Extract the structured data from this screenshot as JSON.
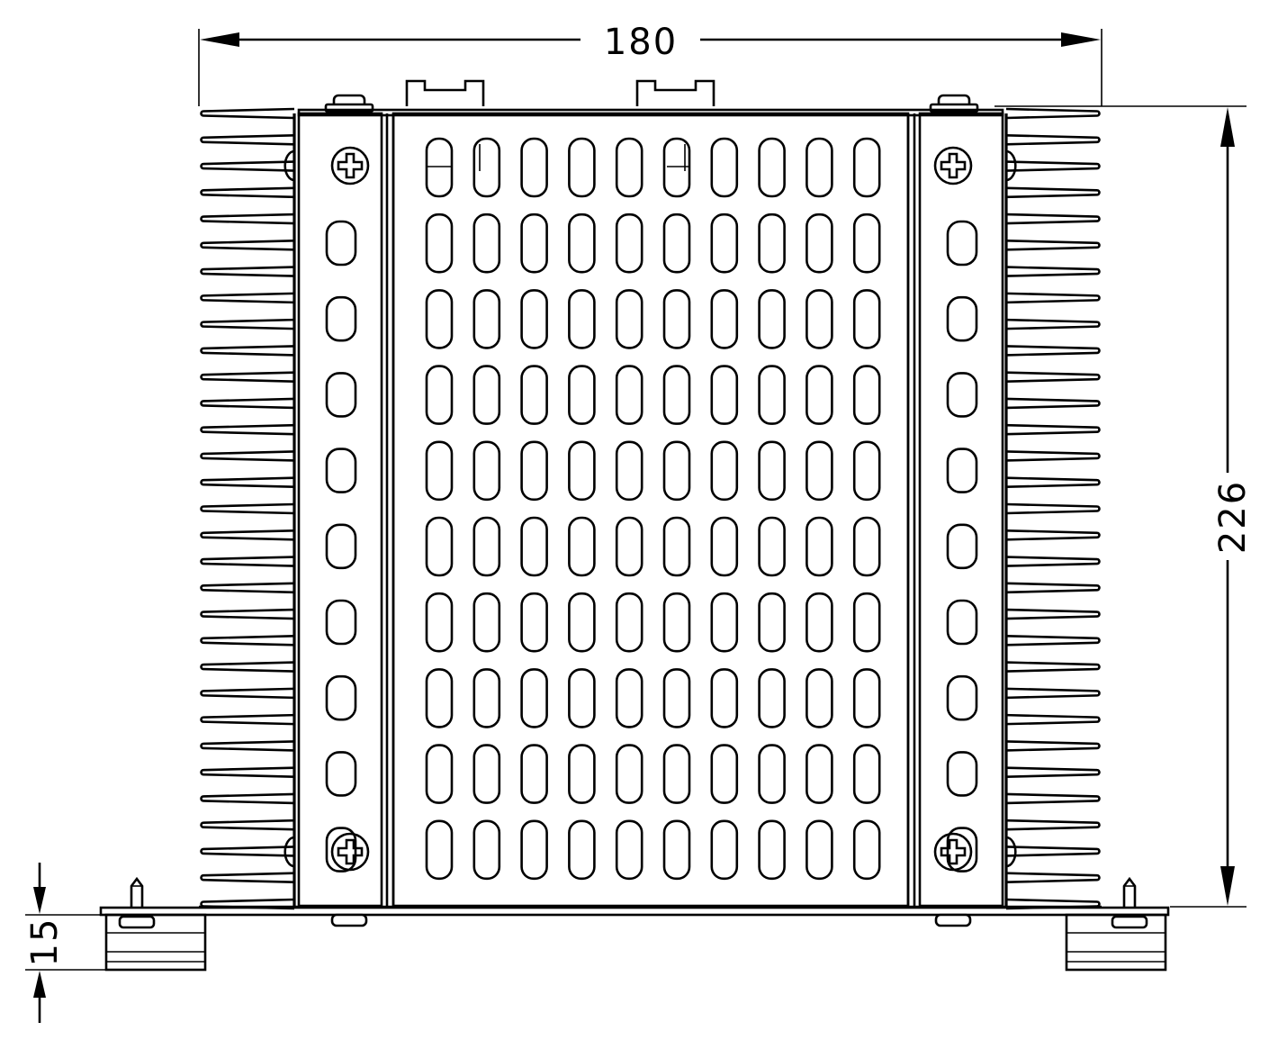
{
  "dimensions": {
    "width_label": "180",
    "height_label": "226",
    "foot_label": "15"
  },
  "icons": {
    "screw": "phillips-screw-icon"
  },
  "colors": {
    "line": "#000000",
    "background": "#ffffff"
  }
}
